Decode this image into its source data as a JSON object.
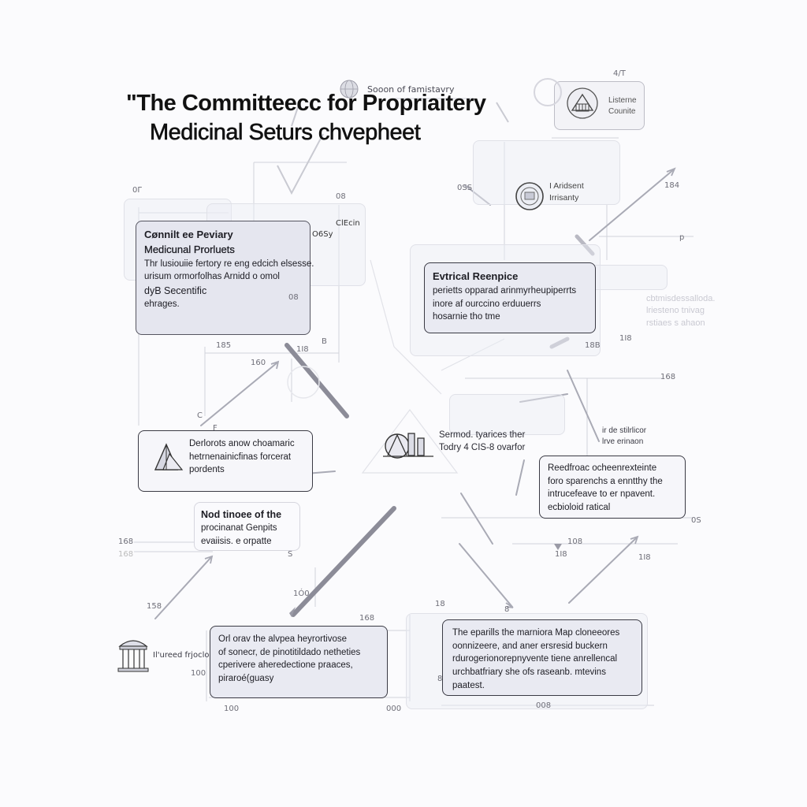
{
  "title": {
    "line1": "\"The Committeecc for Propriaitery",
    "line2": "Medicinal Seturs chvepheet"
  },
  "top_caption": "Sooon of famistavry",
  "corner_mark": "4/T",
  "top_right_box": {
    "line1": "Listerne",
    "line2": "Counite"
  },
  "upper_right_box": {
    "line1": "I Aridsent",
    "line2": "Irrisanty"
  },
  "boxes": {
    "committee": {
      "head1": "Cønnilt ee Peviary",
      "head2": "Medicunal Prorluets",
      "lines": [
        "Thr lusiouiie fertory re eng edcich elsesse.",
        "urisum ormorfolhas Arnidd o omol",
        "dyB Secentific",
        "ehrages."
      ]
    },
    "ethical": {
      "head": "Evtrical Reenpice",
      "lines": [
        "perietts opparad arinmyrheupiperrts",
        "inore af ourccino erduuerrs",
        "hosarnie tho tme"
      ]
    },
    "left_mid": {
      "lines": [
        "Derlorots anow choamaric",
        "hetrnenainicfinas forcerat",
        "pordents"
      ]
    },
    "center_text": {
      "lines": [
        "Sermod. tyarices ther",
        "Todry 4 CIS-8 ovarfor"
      ]
    },
    "right_mid": {
      "lines": [
        "Reedfroac ocheenrexteinte",
        "foro sparenchs a enntthy the",
        "intrucefeave to er npavent.",
        "ecbioloid ratical"
      ]
    },
    "nod": {
      "lines": [
        "Nod tinoee of the",
        "procinanat Genpits",
        "evaiisis. e orpatte"
      ]
    },
    "bottom_left": {
      "lines": [
        "Orl orav the alvpea heyrortivose",
        "of sonecr, de pinotitildado netheties",
        "cperivere aheredectione praaces,",
        "piraroé(guasy"
      ]
    },
    "bottom_right": {
      "lines": [
        "The eparills the marniora Map cloneeores",
        "oonnizeere, and aner ersresid buckern",
        "rdurogerionorepnyvente tiene anrellencal",
        "urchbatfriary she ofs raseanb. mtevins",
        "paatest."
      ]
    },
    "right_faint": {
      "lines": [
        "cbtmisdessalloda.",
        "lriesteno tnivag",
        "rstiaes s ahaon"
      ]
    },
    "mid_right_label": {
      "lines": [
        "ir de stilrlicor",
        "lrve erinaon"
      ]
    },
    "bottom_left_emblem_label": "Il'ureed frjoclolre"
  },
  "axis_labels": [
    "0Г",
    "08",
    "0SS",
    "ClEcin",
    "O6Sy",
    "185",
    "B",
    "160",
    "C",
    "F",
    "08",
    "184",
    "p",
    "18B",
    "168",
    "1I8",
    "158",
    "168",
    "108",
    "1I8",
    "S",
    "1I8",
    "18",
    "8",
    "1Ó0",
    "168",
    "168",
    "100",
    "100",
    "000",
    "008",
    "1I8",
    "0S",
    "8"
  ],
  "colors": {
    "box_fill": "#e9eaf2",
    "border": "#3a3a44",
    "connector": "#9a9aa6",
    "bar": "#8c8c98"
  }
}
